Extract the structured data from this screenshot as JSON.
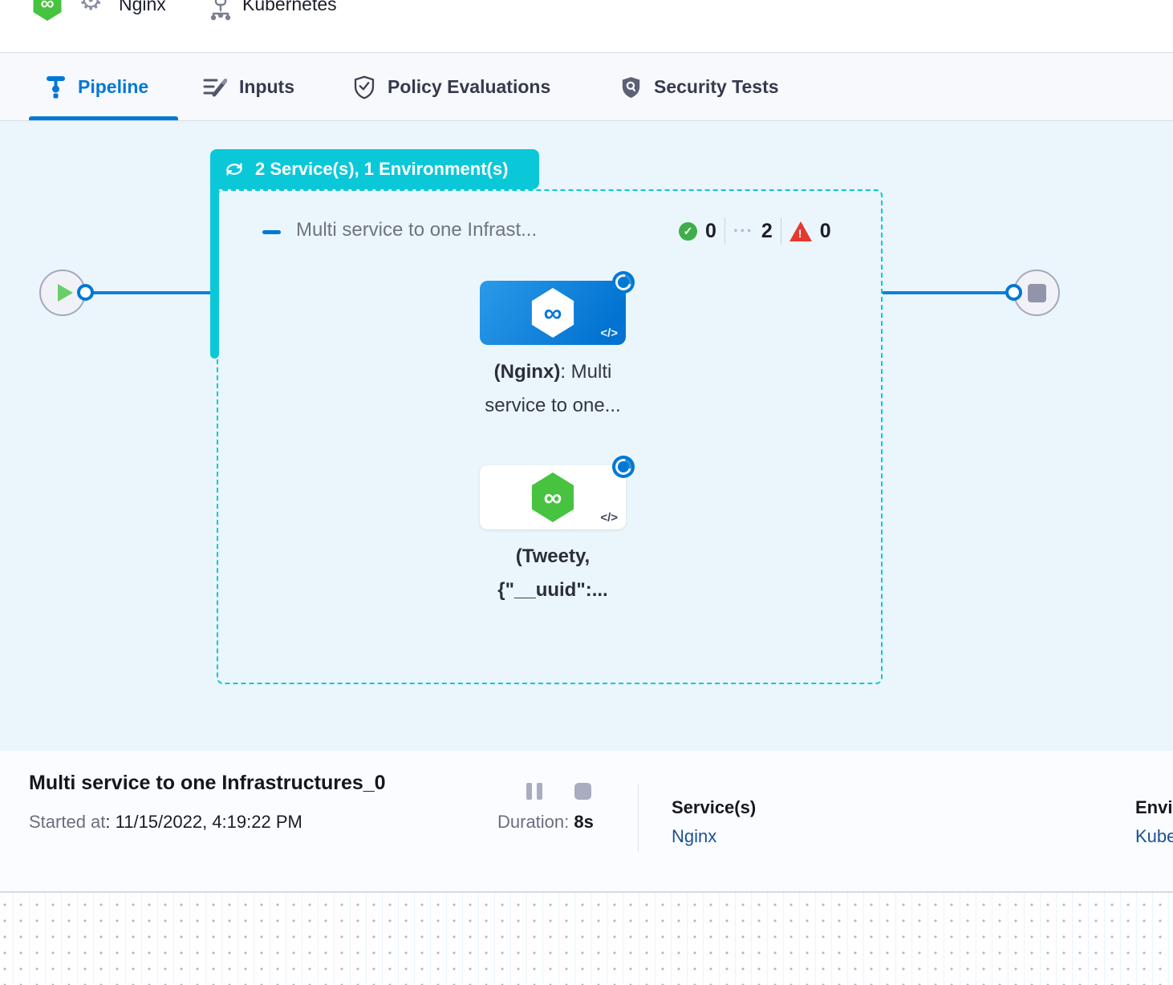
{
  "header": {
    "service_name": "Nginx",
    "environment_name": "Kubernetes"
  },
  "tabs": [
    {
      "label": "Pipeline"
    },
    {
      "label": "Inputs"
    },
    {
      "label": "Policy Evaluations"
    },
    {
      "label": "Security Tests"
    }
  ],
  "canvas": {
    "group_badge_label": "2 Service(s), 1 Environment(s)",
    "stage_group": {
      "title": "Multi service to one Infrast...",
      "counts": {
        "success": "0",
        "running": "2",
        "failed": "0"
      }
    },
    "nodes": [
      {
        "label_line1_bold": "(Nginx)",
        "label_line1_rest": ": Multi",
        "label_line2": "service to one...",
        "code_icon": "</>"
      },
      {
        "label_line1": "(Tweety,",
        "label_line2": "{\"__uuid\":...",
        "code_icon": "</>"
      }
    ]
  },
  "footer": {
    "title": "Multi service to one Infrastructures_0",
    "started_label": "Started at",
    "started_value": ": 11/15/2022, 4:19:22 PM",
    "duration_label": "Duration: ",
    "duration_value": "8s",
    "services_label": "Service(s)",
    "services_value": "Nginx",
    "environments_label": "Environment(s)",
    "environments_value": "Kubernetes"
  },
  "icons": {
    "infinity": "∞",
    "check": "✓",
    "exclamation": "!",
    "running_dots": "···",
    "gear": "⚙"
  },
  "colors": {
    "primary_blue": "#0278d5",
    "teal": "#0bc8d9",
    "canvas_bg": "#eaf6fb",
    "success_green": "#3fae49",
    "fail_red": "#e6392e",
    "harness_green": "#47c33f",
    "link_navy": "#1a5193"
  }
}
